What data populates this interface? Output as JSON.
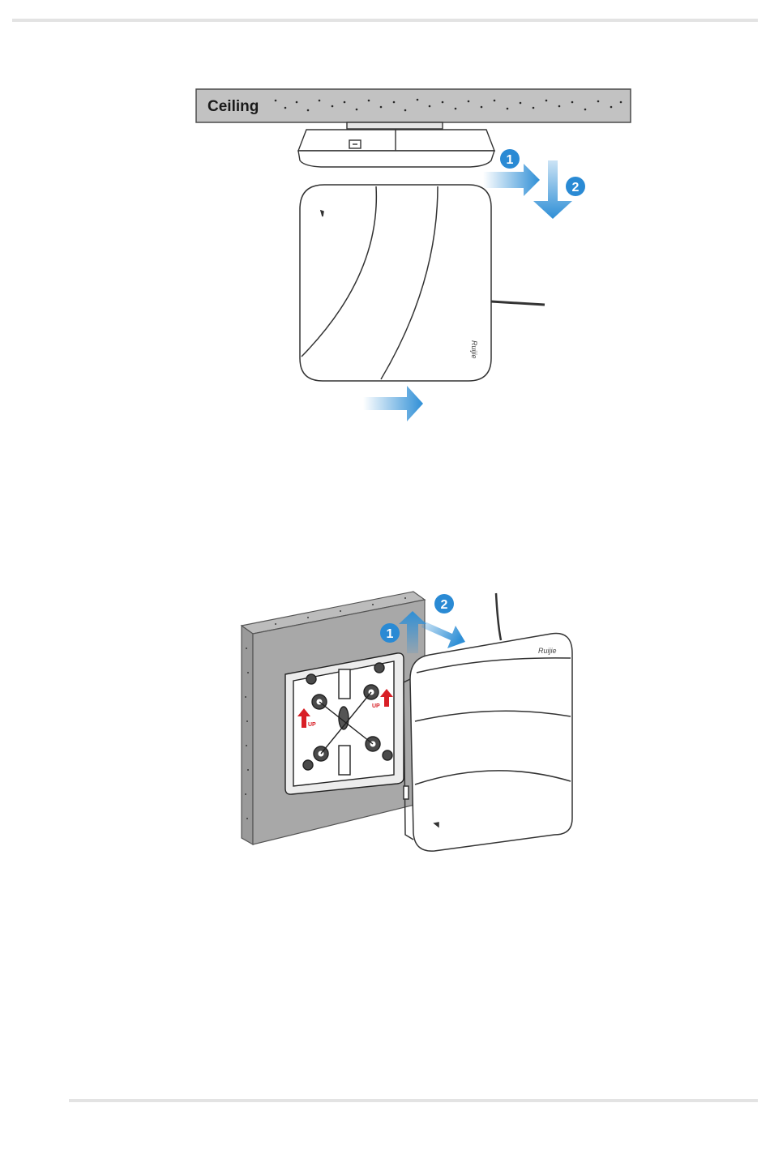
{
  "figure1": {
    "ceiling_label": "Ceiling",
    "step1": "1",
    "step2": "2",
    "brand_mark": "Ruijie"
  },
  "figure2": {
    "step1": "1",
    "step2": "2",
    "up_marker": "UP",
    "brand_mark": "Ruijie"
  },
  "colors": {
    "arrow_blue": "#2f8fd6",
    "badge_blue": "#2a8ad4",
    "up_red": "#d81f26",
    "ceiling_gray": "#bdbdbd",
    "wall_gray": "#a9a9a9",
    "rule_gray": "#e3e3e3"
  }
}
